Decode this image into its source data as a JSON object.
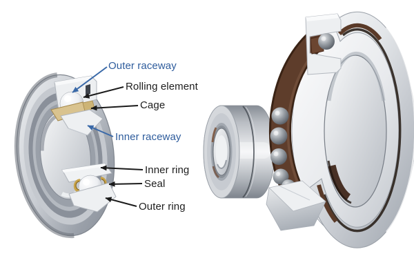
{
  "figure": {
    "description": "Labeled cutaway diagram of a sealed deep-groove ball bearing beside 3D renders of a duplex bearing pair and a sectioned angular-contact ball bearing",
    "background": "#ffffff"
  },
  "diagram": {
    "labels": {
      "outer_raceway": "Outer raceway",
      "rolling_element": "Rolling element",
      "cage": "Cage",
      "inner_raceway": "Inner raceway",
      "inner_ring": "Inner ring",
      "seal": "Seal",
      "outer_ring": "Outer ring"
    },
    "colors": {
      "raceway_label_blue": "#2e5c9c",
      "part_label_black": "#1d1d1d",
      "arrow_blue": "#3a69a8",
      "arrow_black": "#1a1a1a"
    }
  },
  "render": {
    "colors": {
      "cage_brown": "#5e3d2b",
      "cage_tan": "#d9c38f",
      "seal_gold": "#c8a349",
      "steel_light": "#f2f3f5",
      "steel_mid": "#b7bcc3",
      "steel_dark": "#7d828c"
    }
  }
}
